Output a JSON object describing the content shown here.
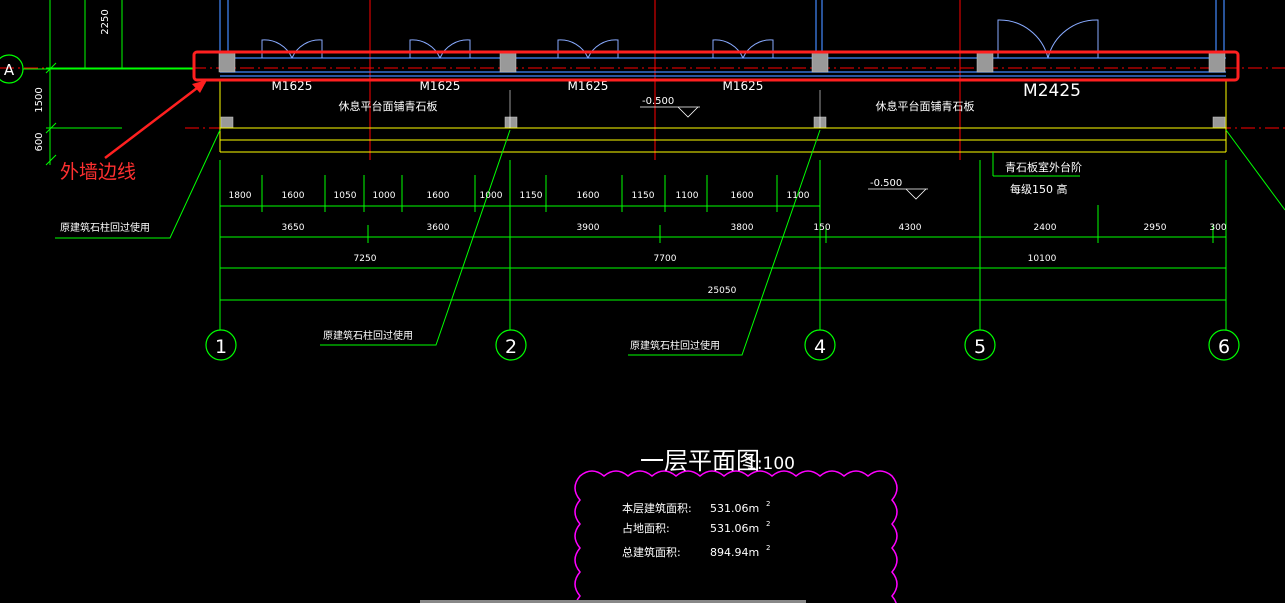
{
  "colors": {
    "background": "#000000",
    "grid_line": "#ff0000",
    "wall_line": "#4488ff",
    "door": "#88aaff",
    "dimension": "#00ff00",
    "text": "#ffffff",
    "step_line": "#ffff00",
    "highlight": "#ff2020",
    "cloud": "#ff00ff",
    "column": "#999999"
  },
  "annotation": {
    "label": "外墙边线"
  },
  "axis_bubbles": {
    "row": "A",
    "columns": [
      "1",
      "2",
      "4",
      "5",
      "6"
    ]
  },
  "doors": [
    {
      "label": "M1625"
    },
    {
      "label": "M1625"
    },
    {
      "label": "M1625"
    },
    {
      "label": "M1625"
    },
    {
      "label": "M2425"
    }
  ],
  "plan_text": {
    "platform_left": "休息平台面铺青石板",
    "platform_right": "休息平台面铺青石板",
    "elev_upper": "-0.500",
    "elev_lower": "-0.500",
    "step_note_1": "青石板室外台阶",
    "step_note_2": "每级150  高",
    "reuse_note_1": "原建筑石柱回过使用",
    "reuse_note_2": "原建筑石柱回过使用",
    "reuse_note_3": "原建筑石柱回过使用"
  },
  "left_dims": {
    "top": "2250",
    "mid": "1500",
    "bottom": "600"
  },
  "dim_rows": {
    "row1": [
      "1800",
      "1600",
      "1050",
      "1000",
      "1600",
      "1000",
      "1150",
      "1600",
      "1150",
      "1100",
      "1600",
      "1100"
    ],
    "row2": [
      "3650",
      "3600",
      "3900",
      "3800",
      "150",
      "4300",
      "2400",
      "2950",
      "300"
    ],
    "row3": [
      "7250",
      "7700",
      "10100"
    ],
    "row4": [
      "25050"
    ]
  },
  "title": {
    "main": "一层平面图",
    "scale": "1:100"
  },
  "area_table": {
    "rows": [
      {
        "label": "本层建筑面积:",
        "value": "531.06m",
        "sup": "2"
      },
      {
        "label": "占地面积:",
        "value": "531.06m",
        "sup": "2"
      },
      {
        "label": "总建筑面积:",
        "value": "894.94m",
        "sup": "2"
      }
    ]
  }
}
